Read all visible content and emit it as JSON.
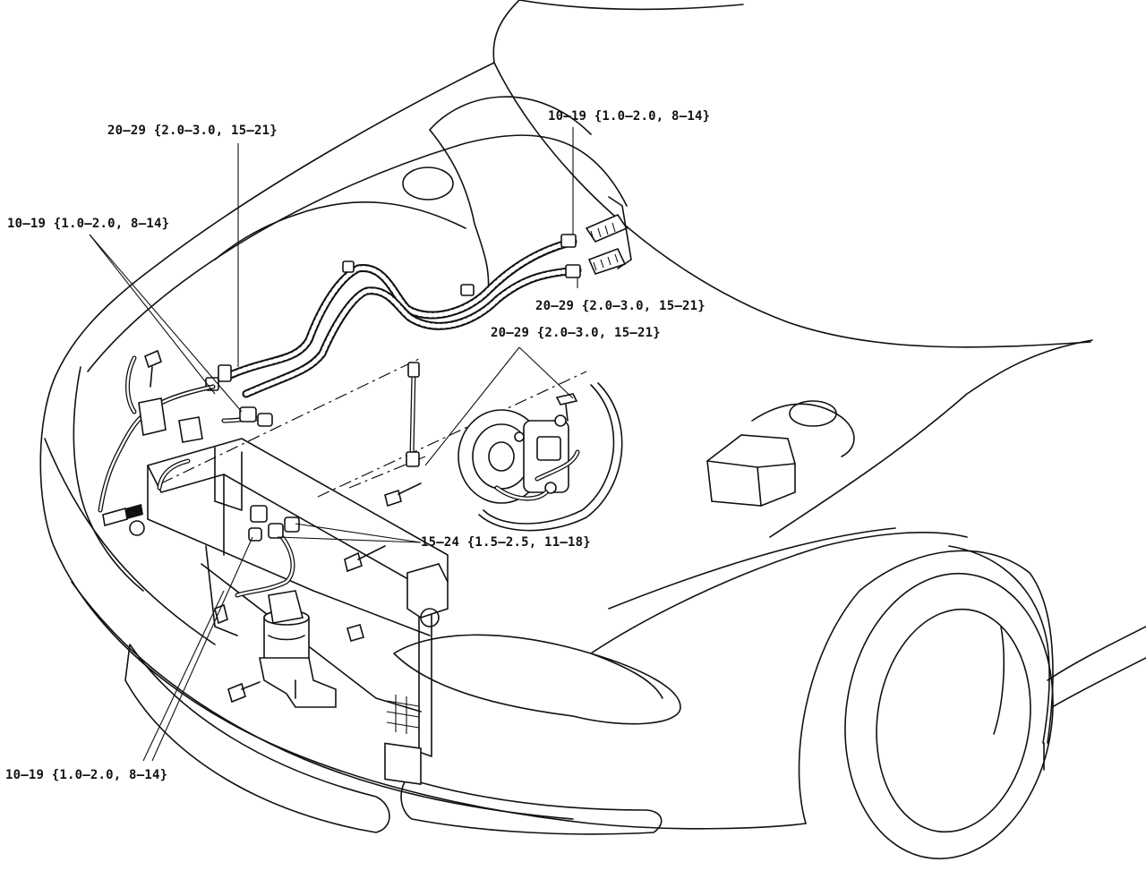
{
  "diagram": {
    "torque_labels": [
      {
        "id": "upper-left",
        "text": "20—29 {2.0—3.0, 15—21}"
      },
      {
        "id": "upper-right",
        "text": "10—19 {1.0—2.0, 8—14}"
      },
      {
        "id": "left",
        "text": "10—19 {1.0—2.0, 8—14}"
      },
      {
        "id": "mid-right-1",
        "text": "20—29 {2.0—3.0, 15—21}"
      },
      {
        "id": "mid-right-2",
        "text": "20—29 {2.0—3.0, 15—21}"
      },
      {
        "id": "center",
        "text": "15—24 {1.5—2.5, 11—18}"
      },
      {
        "id": "bottom-left",
        "text": "10—19 {1.0—2.0, 8—14}"
      }
    ],
    "colors": {
      "ink": "#111111",
      "paper": "#ffffff"
    }
  }
}
